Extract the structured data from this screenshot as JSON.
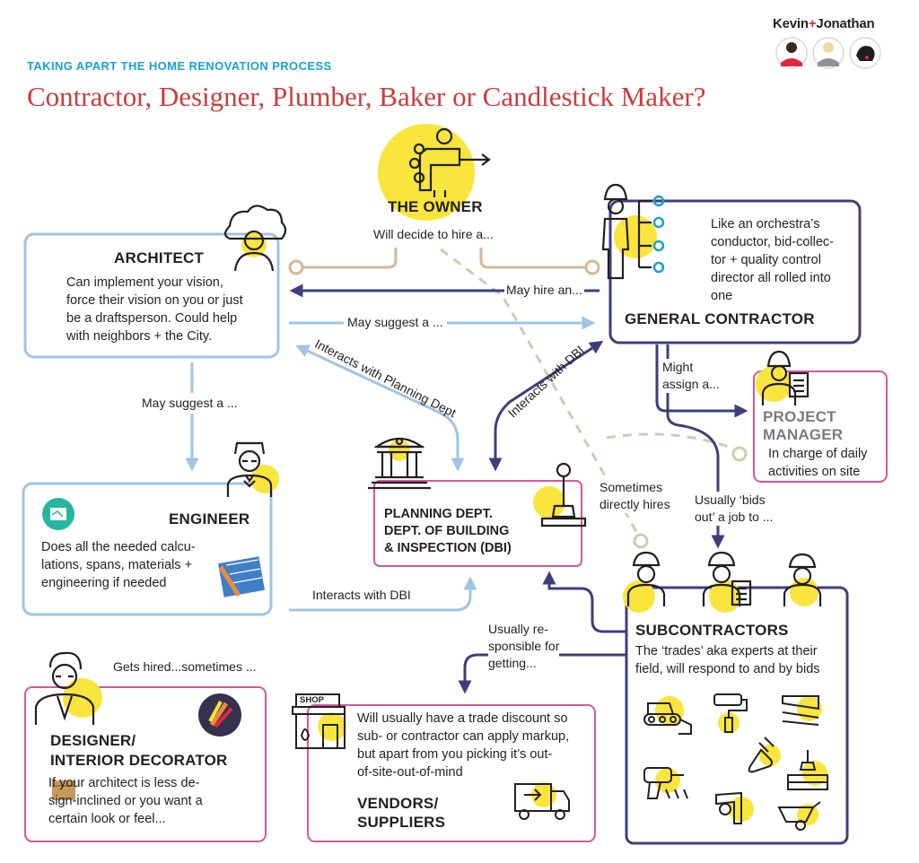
{
  "header": {
    "kicker": "TAKING APART THE HOME RENOVATION PROCESS",
    "title": "Contractor, Designer, Plumber, Baker or Candlestick Maker?",
    "brand_left": "Kevin",
    "brand_plus": "+",
    "brand_right": "Jonathan"
  },
  "owner": {
    "heading": "THE OWNER",
    "text": "Will decide to hire a..."
  },
  "architect": {
    "heading": "ARCHITECT",
    "lines": [
      "Can implement your vision,",
      "force their vision on you or just",
      "be a draftsperson. Could help",
      "with neighbors + the City."
    ]
  },
  "general_contractor": {
    "heading": "GENERAL CONTRACTOR",
    "lines": [
      "Like an orchestra’s",
      "conductor, bid-collec-",
      "tor + quality control",
      "director all rolled into",
      "one"
    ]
  },
  "engineer": {
    "heading": "ENGINEER",
    "lines": [
      "Does all the needed calcu-",
      "lations, spans, materials +",
      "engineering if needed"
    ]
  },
  "planning": {
    "lines": [
      "PLANNING DEPT.",
      "DEPT. OF BUILDING",
      "& INSPECTION (DBI)"
    ]
  },
  "project_manager": {
    "heading_lines": [
      "PROJECT",
      "MANAGER"
    ],
    "lines": [
      "In charge of daily",
      "activities on site"
    ]
  },
  "subcontractors": {
    "heading": "SUBCONTRACTORS",
    "lines": [
      "The ‘trades’ aka experts at their",
      "field, will respond to and by bids"
    ]
  },
  "designer": {
    "heading_lines": [
      "DESIGNER/",
      "INTERIOR DECORATOR"
    ],
    "lines": [
      "If your architect is less de-",
      "sign-inclined or you want a",
      "certain look or feel..."
    ]
  },
  "vendors": {
    "heading_lines": [
      "VENDORS/",
      "SUPPLIERS"
    ],
    "lines": [
      "Will usually have a trade discount so",
      "sub- or contractor can apply markup,",
      "but apart from you picking it’s out-",
      "of-site-out-of-mind"
    ],
    "icon_text": "SHOP"
  },
  "connectors": {
    "may_hire": "May hire an...",
    "may_suggest_gc": "May suggest a ...",
    "may_suggest_eng": "May suggest a ...",
    "planning_dept": "Interacts with Planning Dept",
    "dbi_gc": "Interacts with DBI",
    "dbi_eng": "Interacts with DBI",
    "might_assign": [
      "Might",
      "assign a..."
    ],
    "sometimes": [
      "Sometimes",
      "directly hires"
    ],
    "bids_out": [
      "Usually ‘bids",
      "out’ a job to ..."
    ],
    "responsible": [
      "Usually re-",
      "sponsible for",
      "getting..."
    ],
    "gets_hired": "Gets hired...sometimes ..."
  },
  "colors": {
    "accent_red": "#cf3b3a",
    "kicker_blue": "#1aa0d6",
    "light_blue": "#9fc4e4",
    "navy": "#3d3f7d",
    "pink": "#d9569d",
    "tan": "#d5b795",
    "sage": "#c4d1ae",
    "yellow": "#f9e53c"
  },
  "icons": [
    "owner-icon",
    "architect-icon",
    "contractor-icon",
    "engineer-icon",
    "building-icon",
    "joystick-icon",
    "project-manager-icon",
    "worker-icon",
    "designer-icon",
    "paint-swatch-icon",
    "shop-icon",
    "truck-icon",
    "bulldozer-icon",
    "paint-roller-icon",
    "saw-icon",
    "plug-icon",
    "drill-icon",
    "crane-icon",
    "caliper-icon",
    "wheelbarrow-icon",
    "blueprint-icon",
    "avatar-icon"
  ]
}
